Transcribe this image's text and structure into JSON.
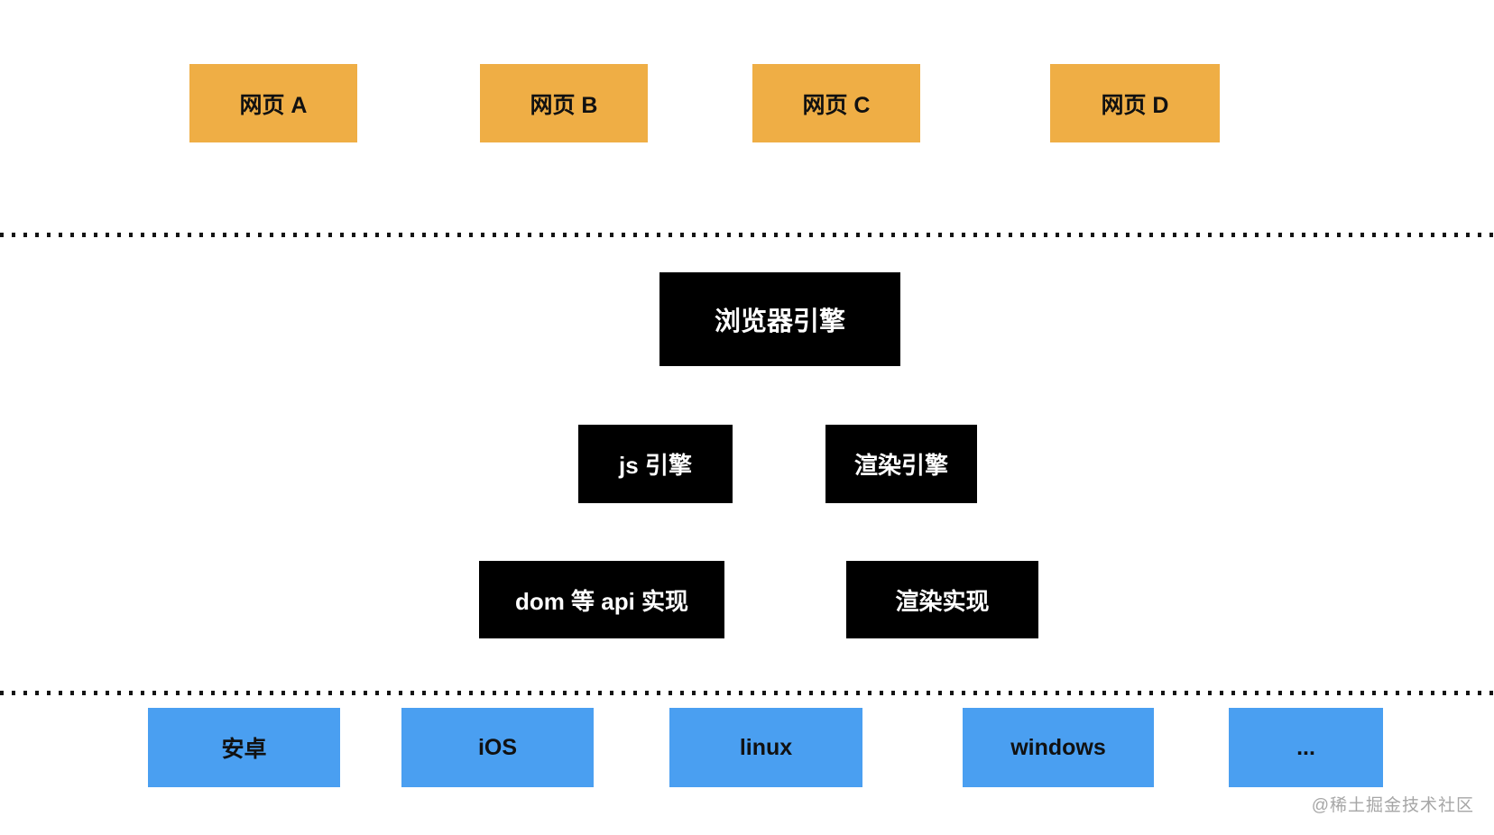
{
  "diagram": {
    "type": "browser-architecture-layers",
    "colors": {
      "page_box_bg": "#efae45",
      "engine_box_bg": "#000000",
      "engine_box_text": "#ffffff",
      "os_box_bg": "#4a9ff1",
      "box_text": "#111111",
      "separator_dots": "#141414",
      "watermark_text": "#a6a6a6",
      "background": "#ffffff"
    },
    "pages": {
      "items": [
        {
          "label": "网页 A"
        },
        {
          "label": "网页 B"
        },
        {
          "label": "网页 C"
        },
        {
          "label": "网页 D"
        }
      ]
    },
    "engine": {
      "browser_engine": "浏览器引擎",
      "js_engine": "js 引擎",
      "render_engine": "渲染引擎",
      "dom_api_impl": "dom 等 api 实现",
      "render_impl": "渲染实现"
    },
    "os": {
      "items": [
        {
          "label": "安卓"
        },
        {
          "label": "iOS"
        },
        {
          "label": "linux"
        },
        {
          "label": "windows"
        },
        {
          "label": "..."
        }
      ]
    },
    "watermark": "@稀土掘金技术社区"
  }
}
